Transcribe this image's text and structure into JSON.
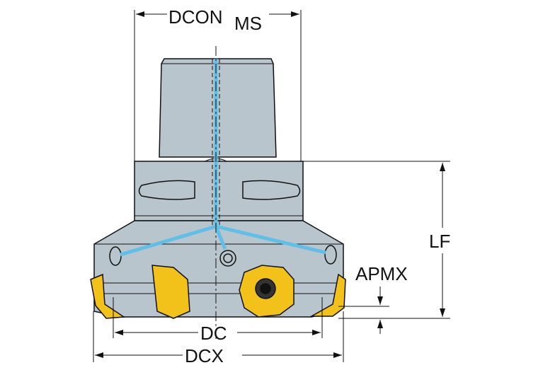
{
  "dimensions": {
    "dcon": {
      "main": "DCON",
      "sub": "MS"
    },
    "lf": "LF",
    "apmx": "APMX",
    "dc": "DC",
    "dcx": "DCX"
  },
  "colors": {
    "body": "#b9c5cd",
    "coolant": "#5fbfe8",
    "insert": "#f2c21b",
    "line": "#111111"
  }
}
